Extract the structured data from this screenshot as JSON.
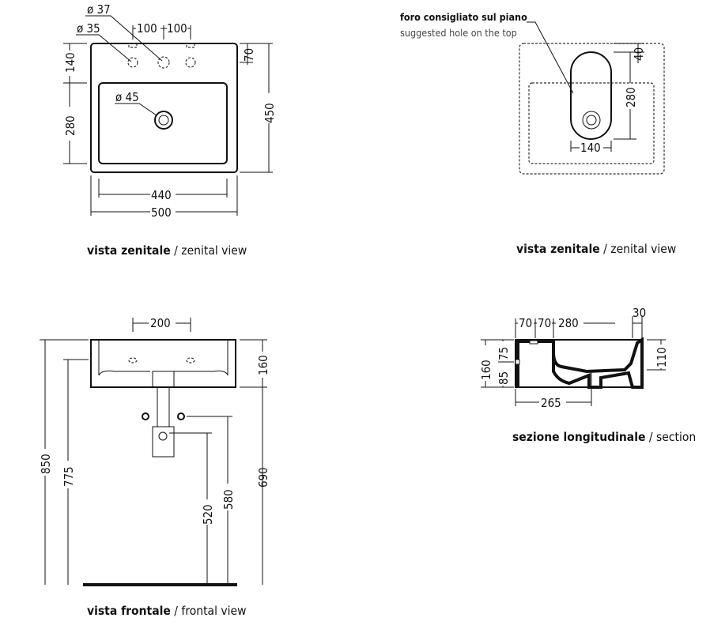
{
  "views": {
    "top_view": {
      "caption_bold": "vista zenitale",
      "caption_sep": " / ",
      "caption_en": "zenital view",
      "dims": {
        "dia37": "ø 37",
        "dia35": "ø 35",
        "dia45": "ø 45",
        "h100a": "100",
        "h100b": "100",
        "v140": "140",
        "v280": "280",
        "v70": "70",
        "v450": "450",
        "w440": "440",
        "w500": "500"
      }
    },
    "top_view_hole": {
      "caption_bold": "vista zenitale",
      "caption_sep": " / ",
      "caption_en": "zenital view",
      "note_it": "foro consigliato sul piano",
      "note_en": "suggested hole on the top",
      "dims": {
        "v40": "40",
        "v280": "280",
        "w140": "140"
      }
    },
    "front_view": {
      "caption_bold": "vista frontale",
      "caption_sep": " / ",
      "caption_en": "frontal view",
      "dims": {
        "w200": "200",
        "v160": "160",
        "v850": "850",
        "v775": "775",
        "v690": "690",
        "v580": "580",
        "v520": "520"
      }
    },
    "section_view": {
      "caption_bold": "sezione longitudinale",
      "caption_sep": " / ",
      "caption_en": "section",
      "dims": {
        "h70a": "70",
        "h70b": "70",
        "h280": "280",
        "h30": "30",
        "v160": "160",
        "v75": "75",
        "v85": "85",
        "v110": "110",
        "w265": "265"
      }
    }
  }
}
